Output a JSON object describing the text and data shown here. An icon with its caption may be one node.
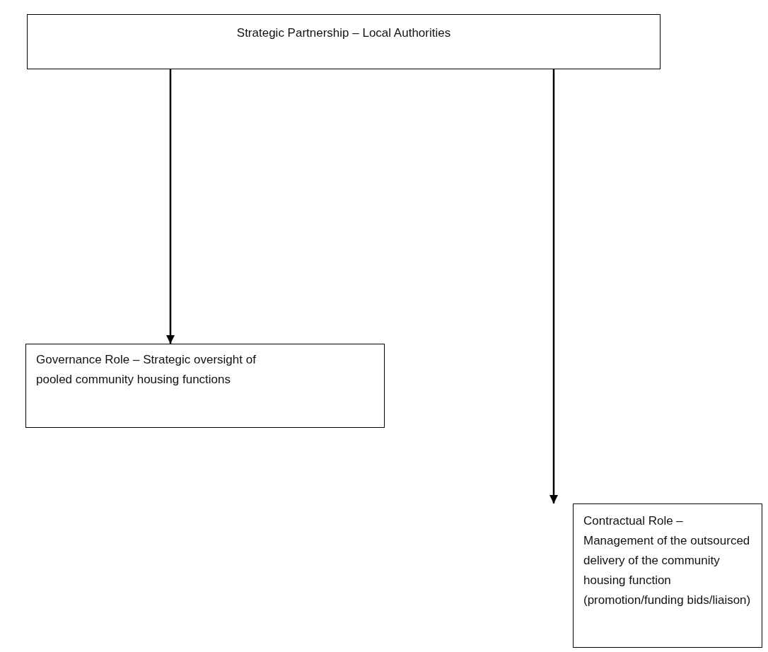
{
  "diagram": {
    "nodes": [
      {
        "text": [
          "Strategic Partnership – Local Authorities"
        ]
      },
      {
        "text": [
          "Governance Role – Strategic oversight of pooled community housing functions"
        ]
      },
      {
        "text": [
          "Contractual Role – Management of the outsourced delivery of the community housing function (promotion/funding bids/liaison)"
        ]
      }
    ],
    "edges": [
      {
        "from": 0,
        "to": 1,
        "arrow": "to"
      },
      {
        "from": 0,
        "to": 2,
        "arrow": "to"
      }
    ]
  }
}
